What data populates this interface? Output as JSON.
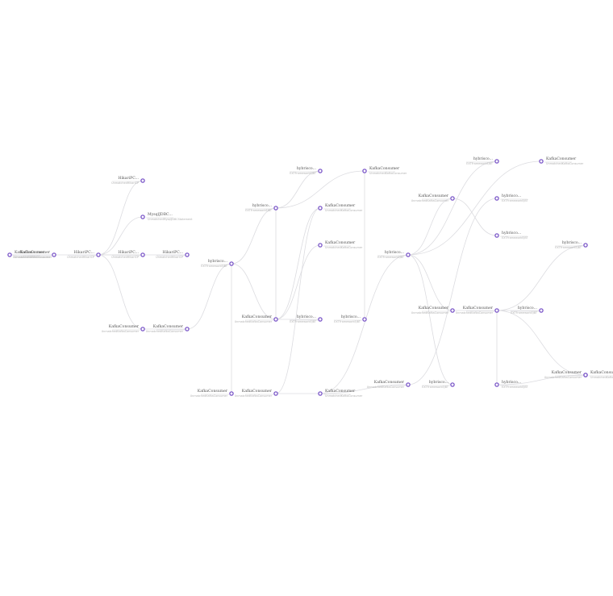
{
  "nodes": [
    {
      "id": "n01",
      "name": "KafkaConsumer",
      "type": "UnmatchedKafkaConsumer"
    },
    {
      "id": "n02",
      "name": "KafkaConsumer",
      "type": "UnmatchedKafkaConsumer"
    },
    {
      "id": "n03",
      "name": "HikariPC...",
      "type": "UnmatchedHikariCP"
    },
    {
      "id": "n04",
      "name": "HikariPC...",
      "type": "UnmatchedHikariCP"
    },
    {
      "id": "n05",
      "name": "HikariPC...",
      "type": "UnmatchedHikariCP"
    },
    {
      "id": "n06",
      "name": "MysqlJDBC...",
      "type": "UnmatchedMysqlJDBCStatement"
    },
    {
      "id": "n07",
      "name": "HikariPC...",
      "type": "UnmatchedHikariCP"
    },
    {
      "id": "n08",
      "name": "KafkaConsumer",
      "type": "UnmatchedKafkaConsumer"
    },
    {
      "id": "n09",
      "name": "KafkaConsumer",
      "type": "UnmatchedKafkaConsumer"
    },
    {
      "id": "n10",
      "name": "hybrisco...",
      "type": "EXTFrameworkEJBT"
    },
    {
      "id": "n11",
      "name": "hybrisco...",
      "type": "EXTFrameworkEJBT"
    },
    {
      "id": "n12",
      "name": "KafkaConsumer",
      "type": "UnmatchedKafkaConsumer"
    },
    {
      "id": "n13",
      "name": "KafkaConsumer",
      "type": "UnmatchedKafkaConsumer"
    },
    {
      "id": "n14",
      "name": "hybrisco...",
      "type": "EXTFrameworkEJBT"
    },
    {
      "id": "n15",
      "name": "KafkaConsumer",
      "type": "UnmatchedKafkaConsumer"
    },
    {
      "id": "n16",
      "name": "KafkaConsumer",
      "type": "UnmatchedKafkaConsumer"
    },
    {
      "id": "n17",
      "name": "KafkaConsumer",
      "type": "UnmatchedKafkaConsumer"
    },
    {
      "id": "n18",
      "name": "hybrisco...",
      "type": "EXTFrameworkEJBT"
    },
    {
      "id": "n19",
      "name": "hybrisco...",
      "type": "EXTFrameworkEJBT"
    },
    {
      "id": "n20",
      "name": "KafkaConsumer",
      "type": "UnmatchedKafkaConsumer"
    },
    {
      "id": "n21",
      "name": "KafkaConsumer",
      "type": "UnmatchedKafkaConsumer"
    },
    {
      "id": "n22",
      "name": "hybrisco...",
      "type": "EXTFrameworkEJBT"
    },
    {
      "id": "n23",
      "name": "KafkaConsumer",
      "type": "UnmatchedKafkaConsumer"
    },
    {
      "id": "n24",
      "name": "KafkaConsumer",
      "type": "UnmatchedKafkaConsumer"
    },
    {
      "id": "n25",
      "name": "KafkaConsumer",
      "type": "UnmatchedKafkaConsumer"
    },
    {
      "id": "n26",
      "name": "hybrisco...",
      "type": "EXTFrameworkEJBT"
    },
    {
      "id": "n27",
      "name": "hybrisco...",
      "type": "EXTFrameworkEJBT"
    },
    {
      "id": "n28",
      "name": "KafkaConsumer",
      "type": "UnmatchedKafkaConsumer"
    },
    {
      "id": "n29",
      "name": "hybrisco...",
      "type": "EXTFrameworkEJBT"
    },
    {
      "id": "n30",
      "name": "hybrisco...",
      "type": "EXTFrameworkEJBT"
    },
    {
      "id": "n31",
      "name": "KafkaConsumer",
      "type": "UnmatchedKafkaConsumer"
    },
    {
      "id": "n32",
      "name": "hybrisco...",
      "type": "EXTFrameworkEJBT"
    },
    {
      "id": "n33",
      "name": "hybrisco...",
      "type": "EXTFrameworkEJBT"
    },
    {
      "id": "n34",
      "name": "hybrisco...",
      "type": "EXTFrameworkEJBT"
    },
    {
      "id": "n35",
      "name": "KafkaConsumer",
      "type": "UnmatchedKafkaConsumer"
    },
    {
      "id": "n36",
      "name": "KafkaConsumer",
      "type": "UnmatchedKafkaConsumer"
    }
  ],
  "edges": [
    [
      "n01",
      "n02"
    ],
    [
      "n02",
      "n03"
    ],
    [
      "n03",
      "n04"
    ],
    [
      "n03",
      "n05"
    ],
    [
      "n03",
      "n06"
    ],
    [
      "n03",
      "n07"
    ],
    [
      "n03",
      "n08"
    ],
    [
      "n08",
      "n09"
    ],
    [
      "n09",
      "n10"
    ],
    [
      "n10",
      "n11"
    ],
    [
      "n10",
      "n12"
    ],
    [
      "n10",
      "n13"
    ],
    [
      "n11",
      "n12"
    ],
    [
      "n11",
      "n14"
    ],
    [
      "n11",
      "n15"
    ],
    [
      "n12",
      "n16"
    ],
    [
      "n12",
      "n17"
    ],
    [
      "n12",
      "n18"
    ],
    [
      "n15",
      "n19"
    ],
    [
      "n16",
      "n20"
    ],
    [
      "n20",
      "n21"
    ],
    [
      "n21",
      "n22"
    ],
    [
      "n21",
      "n23"
    ],
    [
      "n22",
      "n24"
    ],
    [
      "n22",
      "n25"
    ],
    [
      "n22",
      "n26"
    ],
    [
      "n22",
      "n27"
    ],
    [
      "n22",
      "n28"
    ],
    [
      "n23",
      "n29"
    ],
    [
      "n24",
      "n30"
    ],
    [
      "n25",
      "n31"
    ],
    [
      "n31",
      "n32"
    ],
    [
      "n31",
      "n33"
    ],
    [
      "n31",
      "n34"
    ],
    [
      "n31",
      "n35"
    ],
    [
      "n35",
      "n36"
    ],
    [
      "n32",
      "n36"
    ]
  ]
}
